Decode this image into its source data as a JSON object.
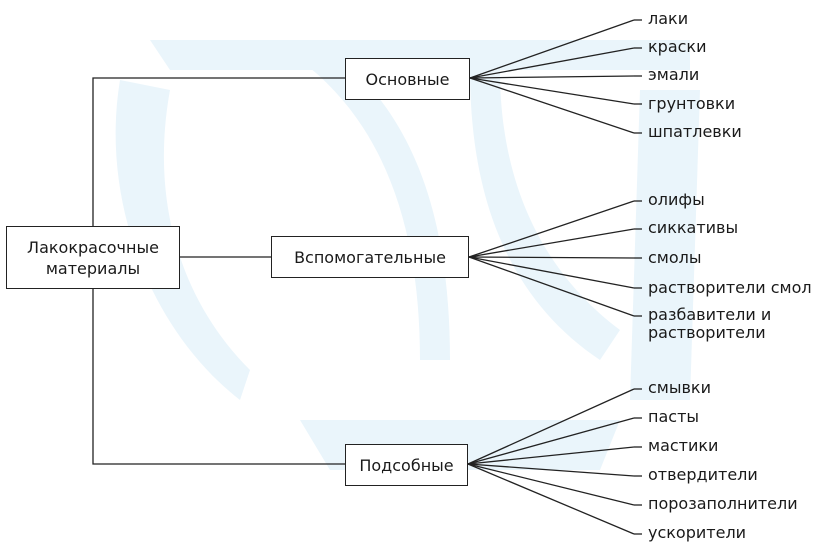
{
  "colors": {
    "line": "#222222",
    "watermark": "#eaf5fb",
    "text": "#1a1a1a"
  },
  "root": {
    "line1": "Лакокрасочные",
    "line2": "материалы"
  },
  "groups": [
    {
      "label": "Основные",
      "items": [
        "лаки",
        "краски",
        "эмали",
        "грунтовки",
        "шпатлевки"
      ]
    },
    {
      "label": "Вспомогательные",
      "items": [
        "олифы",
        "сиккативы",
        "смолы",
        "растворители смол",
        "разбавители и растворители"
      ]
    },
    {
      "label": "Подсобные",
      "items": [
        "смывки",
        "пасты",
        "мастики",
        "отвердители",
        "порозаполнители",
        "ускорители"
      ]
    }
  ]
}
